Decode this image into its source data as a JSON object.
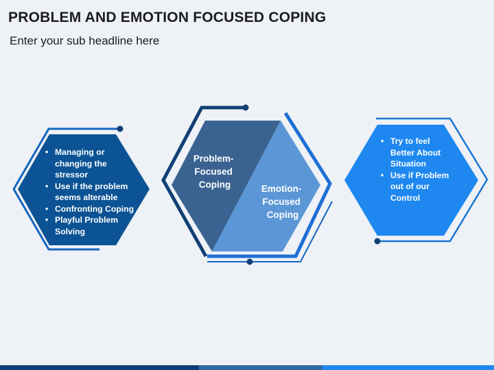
{
  "header": {
    "title": "PROBLEM AND EMOTION FOCUSED COPING",
    "subtitle": "Enter your sub headline here"
  },
  "diagram": {
    "left": {
      "items": [
        "Managing or changing the stressor",
        "Use if the problem seems alterable",
        "Confronting Coping",
        "Playful Problem Solving"
      ]
    },
    "center": {
      "problem": [
        "Problem-",
        "Focused",
        "Coping"
      ],
      "emotion": [
        "Emotion-",
        "Focused",
        "Coping"
      ]
    },
    "right": {
      "items": [
        "Try to feel Better About Situation",
        "Use if Problem out of our Control"
      ]
    }
  },
  "colors": {
    "dark_blue": "#0b5394",
    "navy": "#103f75",
    "mid_blue": "#2f6aa6",
    "steel_blue": "#3a6391",
    "light_blue": "#5b97d6",
    "bright_blue": "#1e88f0",
    "outline_blue": "#1976d2"
  }
}
